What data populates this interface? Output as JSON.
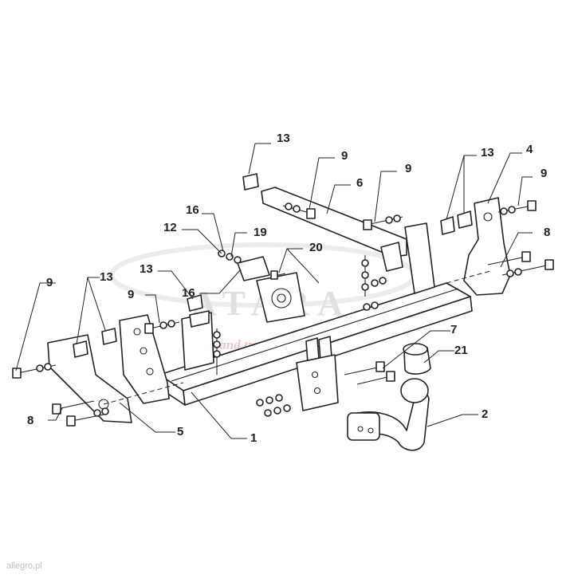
{
  "watermark": {
    "brand": "ATARA",
    "tagline": "back and travel"
  },
  "footer_credit": "allegro.pl",
  "callouts": [
    "13",
    "9",
    "9",
    "6",
    "13",
    "4",
    "9",
    "16",
    "12",
    "19",
    "20",
    "8",
    "13",
    "9",
    "9",
    "13",
    "16",
    "7",
    "21",
    "8",
    "5",
    "1",
    "2"
  ]
}
